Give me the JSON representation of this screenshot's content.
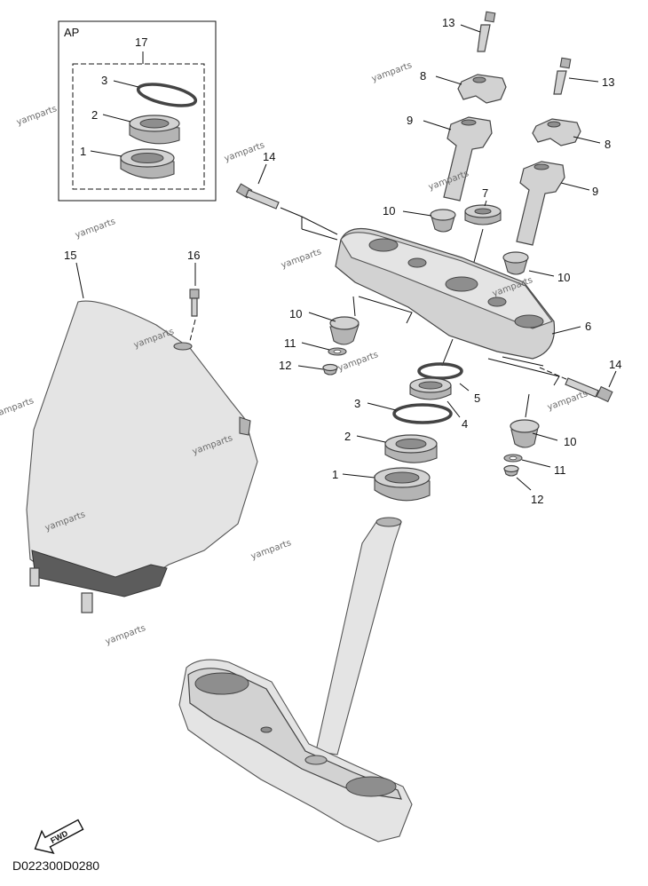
{
  "box_label": "AP",
  "diagram_code": "D022300D0280",
  "fwd_label": "FWD",
  "watermark": "yamparts",
  "callouts": {
    "c17": "17",
    "c3_box": "3",
    "c2_box": "2",
    "c1_box": "1",
    "c13_top": "13",
    "c8_left": "8",
    "c9_left": "9",
    "c13_right": "13",
    "c8_right": "8",
    "c9_right": "9",
    "c14_left": "14",
    "c10_a": "10",
    "c7": "7",
    "c10_b": "10",
    "c15": "15",
    "c16": "16",
    "c6": "6",
    "c10_c": "10",
    "c11_a": "11",
    "c12_a": "12",
    "c5": "5",
    "c4": "4",
    "c3": "3",
    "c2": "2",
    "c1": "1",
    "c14_right": "14",
    "c10_d": "10",
    "c11_b": "11",
    "c12_b": "12"
  }
}
